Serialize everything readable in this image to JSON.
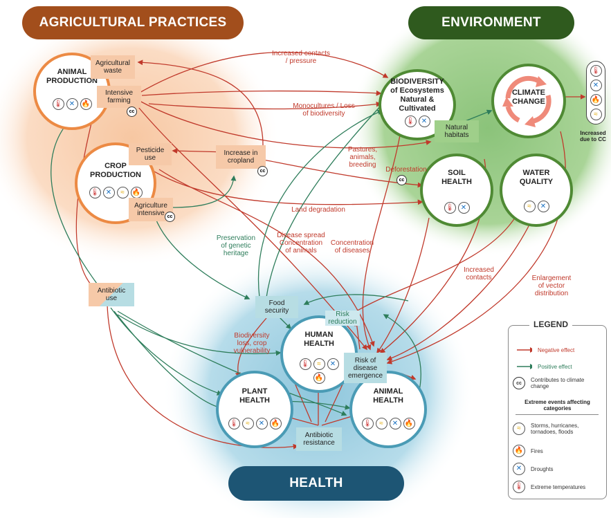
{
  "banners": {
    "agricultural": "AGRICULTURAL PRACTICES",
    "environment": "ENVIRONMENT",
    "health": "HEALTH"
  },
  "circles": {
    "animal_production": "ANIMAL\nPRODUCTION",
    "crop_production": "CROP\nPRODUCTION",
    "biodiversity": "BIODIVERSITY\nof Ecosystems\nNatural &\nCultivated",
    "climate_change": "CLIMATE\nCHANGE",
    "soil_health": "SOIL\nHEALTH",
    "water_quality": "WATER\nQUALITY",
    "human_health": "HUMAN\nHEALTH",
    "plant_health": "PLANT\nHEALTH",
    "animal_health": "ANIMAL\nHEALTH"
  },
  "boxes": {
    "agricultural_waste": "Agricultural\nwaste",
    "intensive_farming": "Intensive\nfarming",
    "pesticide_use": "Pesticide\nuse",
    "increase_cropland": "Increase in\ncropland",
    "agriculture_intensive": "Agriculture\nintensive",
    "antibiotic_use": "Antibiotic\nuse",
    "natural_habitats": "Natural\nhabitats",
    "food_security": "Food\nsecurity",
    "risk_disease": "Risk of\ndisease\nemergence",
    "antibiotic_resistance": "Antibiotic\nresistance"
  },
  "labels": {
    "increased_contacts_pressure": "Increased contacts\n/ pressure",
    "monocultures": "Monocultures / Loss\nof biodiversity",
    "pastures": "Pastures,\nanimals,\nbreeding",
    "deforestation": "Deforestation",
    "land_degradation": "Land degradation",
    "disease_spread": "Disease spread\nConcentration\nof animals",
    "concentration_diseases": "Concentration\nof diseases",
    "increased_contacts": "Increased\ncontacts",
    "enlargement_vector": "Enlargement\nof vector\ndistribution",
    "preservation": "Preservation\nof genetic\nheritage",
    "risk_reduction": "Risk\nreduction",
    "biodiversity_loss": "Biodiversity\nloss, crop\nvulnerability",
    "increased_due_cc": "Increased\ndue to CC",
    "cc_badge": "cc"
  },
  "legend": {
    "title": "LEGEND",
    "negative": "Negative effect",
    "positive": "Positive effect",
    "contributes": "Contributes to climate\nchange",
    "extreme_heading": "Extreme events affecting\ncategories",
    "storms": "Storms, hurricanes,\ntornadoes, floods",
    "fires": "Fires",
    "droughts": "Droughts",
    "temperatures": "Extreme temperatures"
  },
  "colors": {
    "agri_banner": "#a24e1c",
    "env_banner": "#2f5a1e",
    "health_banner": "#1d5574",
    "negative": "#c0392b",
    "positive": "#2e7d5b",
    "agri_circle_border": "#ec8a44",
    "env_circle_border": "#4f8a34",
    "health_circle_border": "#4a9bb5"
  },
  "icons": [
    "thermometer-icon",
    "drought-icon",
    "fire-icon",
    "storm-icon"
  ]
}
